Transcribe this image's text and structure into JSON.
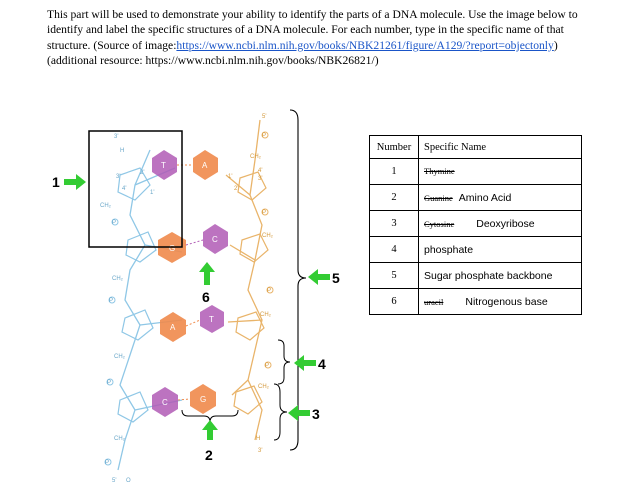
{
  "intro": {
    "sentence1": "This part will be used to demonstrate your ability to identify the parts of a DNA molecule. Use the image below to identify and label the specific structures of a DNA molecule. For each number, type in the specific name of that structure. (Source of image:",
    "link_text": "https://www.ncbi.nlm.nih.gov/books/NBK21261/figure/A129/?report=objectonly",
    "close_paren": ")",
    "additional": "(additional resource: https://www.ncbi.nlm.nih.gov/books/NBK26821/)"
  },
  "figure": {
    "callouts": [
      "1",
      "2",
      "3",
      "4",
      "5",
      "6"
    ],
    "bases_left": [
      "T",
      "G",
      "A",
      "C"
    ],
    "bases_right": [
      "A",
      "C",
      "T",
      "G"
    ],
    "strand_labels": {
      "five_prime": "5'",
      "three_prime": "3'",
      "ch2": "CH₂",
      "p": "P",
      "o": "O",
      "n": "N",
      "h": "H",
      "one_prime": "1'",
      "two_prime": "2'",
      "four_prime": "4'"
    }
  },
  "table": {
    "headers": [
      "Number",
      "Specific Name"
    ],
    "rows": [
      {
        "number": "1",
        "struck": "Thymine",
        "answer": ""
      },
      {
        "number": "2",
        "struck": "Guanine",
        "answer": "Amino Acid"
      },
      {
        "number": "3",
        "struck": "Cytosine",
        "answer": "Deoxyribose"
      },
      {
        "number": "4",
        "struck": "",
        "answer": "phosphate"
      },
      {
        "number": "5",
        "struck": "",
        "answer": "Sugar phosphate backbone"
      },
      {
        "number": "6",
        "struck": "uracil",
        "answer": "Nitrogenous base"
      }
    ]
  },
  "colors": {
    "base_orange": "#f08a4b",
    "base_purple": "#b05bb5",
    "strand_blue": "#8fc7e6",
    "strand_orange": "#e9b46a",
    "arrow_green": "#33cc33",
    "link_blue": "#1a55c8"
  }
}
